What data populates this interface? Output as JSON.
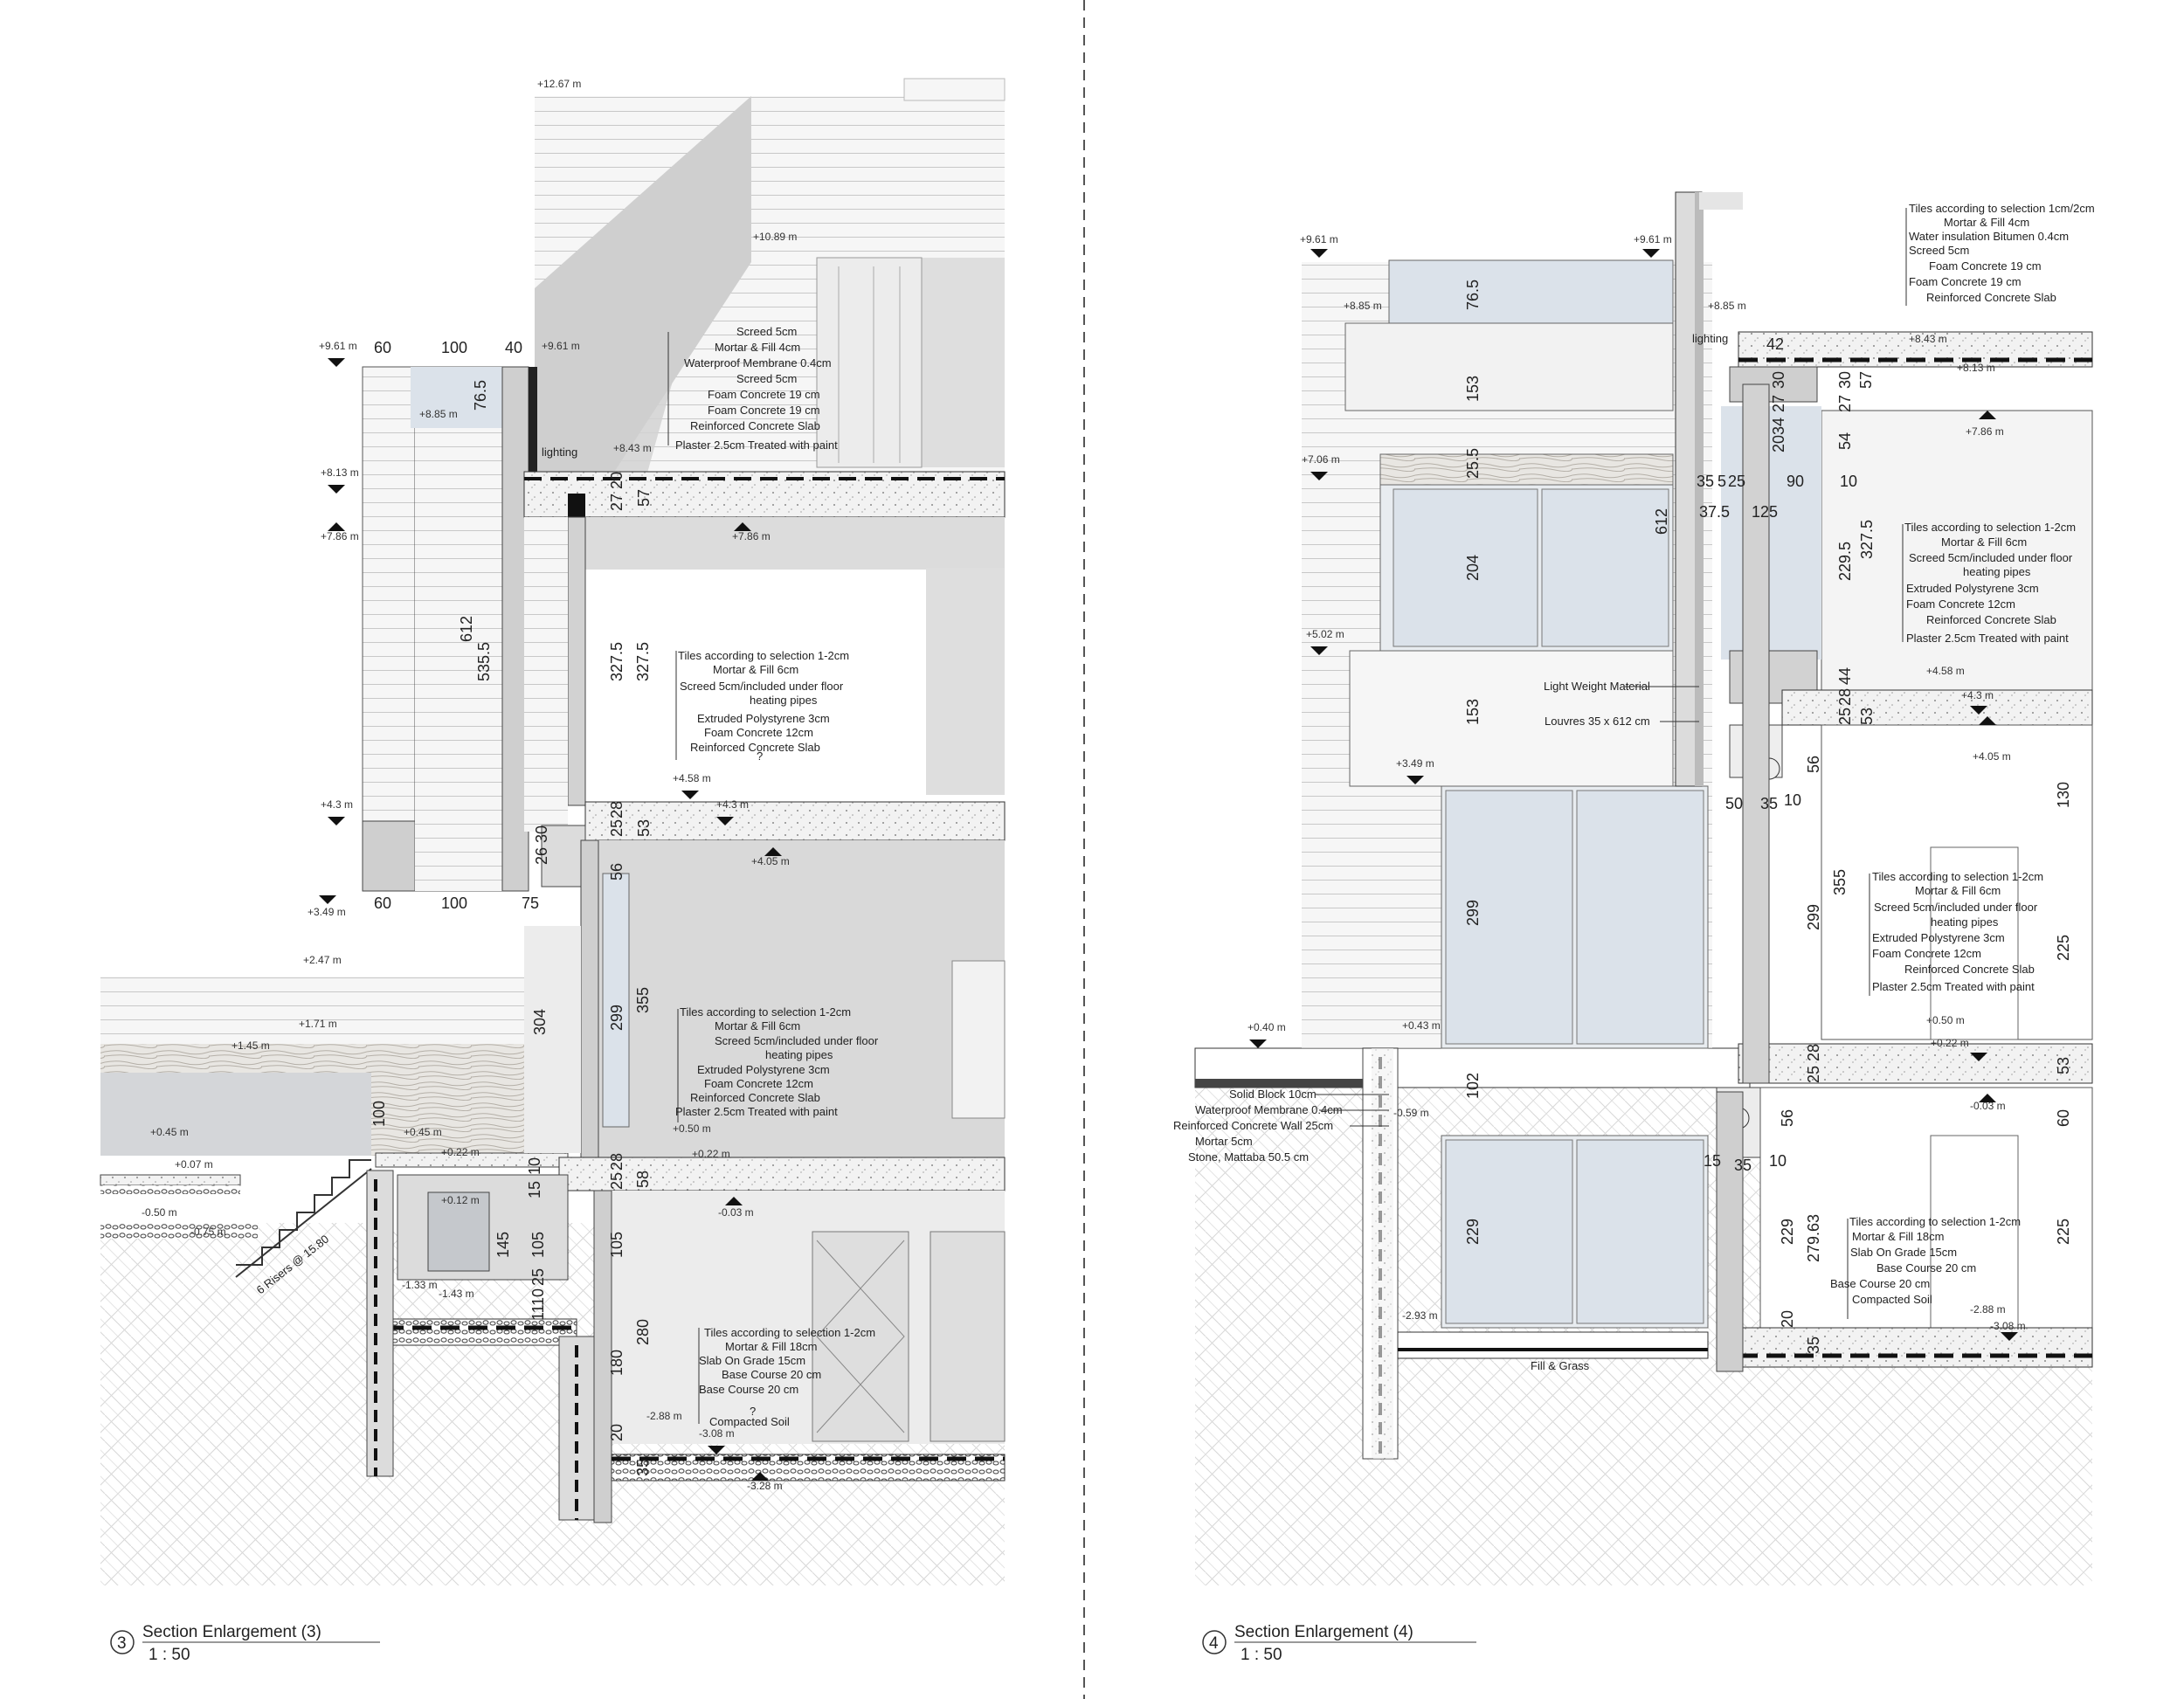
{
  "section3": {
    "title": "Section Enlargement (3)",
    "number": "3",
    "scale": "1 : 50",
    "levels": [
      "+12.67 m",
      "+10.89 m",
      "+9.61 m",
      "+9.61 m",
      "+8.85 m",
      "+8.43 m",
      "+8.13 m",
      "+7.86 m",
      "+7.86 m",
      "+4.58 m",
      "+4.3 m",
      "+4.3 m",
      "+4.05 m",
      "+3.49 m",
      "+2.47 m",
      "+1.71 m",
      "+1.45 m",
      "+0.45 m",
      "+0.45 m",
      "+0.22 m",
      "+0.50 m",
      "+0.22 m",
      "+0.12 m",
      "+0.07 m",
      "-0.03 m",
      "-0.50 m",
      "-0.75 m",
      "-1.33 m",
      "-1.43 m",
      "-2.88 m",
      "-3.08 m",
      "-3.28 m"
    ],
    "dims": [
      "60",
      "100",
      "40",
      "76.5",
      "612",
      "535.5",
      "60",
      "100",
      "75",
      "20",
      "27",
      "57",
      "327.5",
      "327.5",
      "28",
      "25",
      "53",
      "56",
      "26",
      "30",
      "355",
      "299",
      "304",
      "100",
      "28",
      "25",
      "58",
      "10",
      "15",
      "145",
      "105",
      "105",
      "25",
      "10",
      "11",
      "280",
      "180",
      "20",
      "35"
    ],
    "notes": [
      "lighting",
      "6 Risers @ 15.80",
      "?",
      "?"
    ],
    "spec_roof": [
      "Screed 5cm",
      "Mortar & Fill 4cm",
      "Waterproof Membrane 0.4cm",
      "Screed 5cm",
      "Foam Concrete 19 cm",
      "Foam Concrete 19 cm",
      "Reinforced Concrete Slab",
      "Plaster 2.5cm Treated with paint"
    ],
    "spec_floor1": [
      "Tiles according to selection 1-2cm",
      "Mortar & Fill 6cm",
      "Screed 5cm/included under floor",
      "heating pipes",
      "Extruded Polystyrene 3cm",
      "Foam Concrete 12cm",
      "Reinforced Concrete Slab"
    ],
    "spec_floor2": [
      "Tiles according to selection 1-2cm",
      "Mortar & Fill 6cm",
      "Screed 5cm/included under floor",
      "heating pipes",
      "Extruded Polystyrene 3cm",
      "Foam Concrete 12cm",
      "Reinforced Concrete Slab",
      "Plaster 2.5cm Treated with paint"
    ],
    "spec_ground": [
      "Tiles according to selection 1-2cm",
      "Mortar & Fill 18cm",
      "Slab On Grade 15cm",
      "Base Course 20 cm",
      "Base Course 20 cm",
      "Compacted Soil"
    ]
  },
  "section4": {
    "title": "Section Enlargement (4)",
    "number": "4",
    "scale": "1 : 50",
    "levels": [
      "+9.61 m",
      "+9.61 m",
      "+8.85 m",
      "+8.85 m",
      "+8.43 m",
      "+8.13 m",
      "+7.86 m",
      "+7.06 m",
      "+5.02 m",
      "+4.58 m",
      "+4.3 m",
      "+4.05 m",
      "+3.49 m",
      "+0.40 m",
      "+0.43 m",
      "+0.50 m",
      "+0.22 m",
      "-0.03 m",
      "-0.59 m",
      "-2.93 m",
      "-2.88 m",
      "-3.08 m"
    ],
    "dims": [
      "76.5",
      "153",
      "25.5",
      "204",
      "153",
      "299",
      "102",
      "229",
      "612",
      "42",
      "30",
      "27",
      "34",
      "20",
      "57",
      "30",
      "27",
      "54",
      "35",
      "5",
      "25",
      "90",
      "10",
      "37.5",
      "125",
      "327.5",
      "229.5",
      "44",
      "28",
      "25",
      "53",
      "56",
      "130",
      "50",
      "35",
      "10",
      "355",
      "299",
      "225",
      "28",
      "25",
      "53",
      "56",
      "60",
      "15",
      "35",
      "10",
      "279.63",
      "229",
      "225",
      "20",
      "35"
    ],
    "notes": [
      "lighting",
      "Light Weight Material",
      "Louvres 35 x 612 cm",
      "Fill & Grass"
    ],
    "spec_roof": [
      "Tiles according to selection 1cm/2cm",
      "Mortar & Fill 4cm",
      "Water insulation Bitumen 0.4cm",
      "Screed 5cm",
      "Foam Concrete 19 cm",
      "Foam Concrete 19 cm",
      "Reinforced Concrete Slab"
    ],
    "spec_floor1": [
      "Tiles according to selection 1-2cm",
      "Mortar & Fill 6cm",
      "Screed 5cm/included under floor",
      "heating pipes",
      "Extruded Polystyrene 3cm",
      "Foam Concrete 12cm",
      "Reinforced Concrete Slab",
      "Plaster 2.5cm Treated with paint"
    ],
    "spec_floor2": [
      "Tiles according to selection 1-2cm",
      "Mortar & Fill 6cm",
      "Screed 5cm/included under floor",
      "heating pipes",
      "Extruded Polystyrene 3cm",
      "Foam Concrete 12cm",
      "Reinforced Concrete Slab",
      "Plaster 2.5cm Treated with paint"
    ],
    "spec_wall": [
      "Solid Block 10cm",
      "Waterproof Membrane 0.4cm",
      "Reinforced Concrete Wall 25cm",
      "Mortar 5cm",
      "Stone, Mattaba 50.5 cm"
    ],
    "spec_ground": [
      "Tiles according to selection 1-2cm",
      "Mortar & Fill 18cm",
      "Slab On Grade 15cm",
      "Base Course 20 cm",
      "Base Course 20 cm",
      "Compacted Soil"
    ]
  }
}
